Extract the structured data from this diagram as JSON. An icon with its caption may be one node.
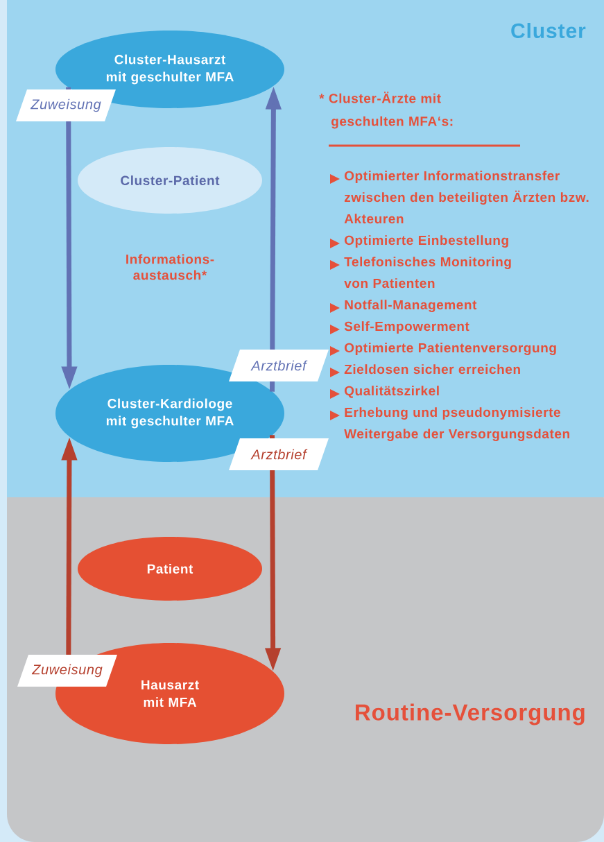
{
  "diagram": {
    "nodes": [
      {
        "text": [
          "Cluster"
        ]
      },
      {
        "text": [
          "Cluster-Hausarzt mit geschulter MFA"
        ],
        "in": 0
      },
      {
        "text": [
          "Cluster-Patient"
        ],
        "in": 0
      },
      {
        "text": [
          "Cluster-Kardiologe mit geschulter MFA"
        ],
        "in": 0
      },
      {
        "text": [
          "Routine-Versorgung"
        ]
      },
      {
        "text": [
          "Patient"
        ],
        "in": 4
      },
      {
        "text": [
          "Hausarzt mit MFA"
        ],
        "in": 4
      }
    ],
    "edges": [
      {
        "from": 1,
        "to": 3,
        "arrow": "to",
        "label": "Zuweisung",
        "color": "#6272b4"
      },
      {
        "from": 3,
        "to": 1,
        "arrow": "to",
        "label": "Arztbrief",
        "color": "#6272b4"
      },
      {
        "from": 6,
        "to": 3,
        "arrow": "to",
        "label": "Zuweisung",
        "color": "#b5402e"
      },
      {
        "from": 3,
        "to": 6,
        "arrow": "to",
        "label": "Arztbrief",
        "color": "#b5402e"
      }
    ],
    "labels": [
      "Informations-austausch*",
      "* Cluster-Ärzte mit geschulten MFA‘s:",
      "Optimierter Informationstransfer zwischen den beteiligten Ärzten bzw. Akteuren",
      "Optimierte Einbestellung",
      "Telefonisches Monitoring von Patienten",
      "Notfall-Management",
      "Self-Empowerment",
      "Optimierte Patientenversorgung",
      "Zieldosen sicher erreichen",
      "Qualitätszirkel",
      "Erhebung und pseudonymisierte Weitergabe der Versorgungsdaten"
    ]
  }
}
